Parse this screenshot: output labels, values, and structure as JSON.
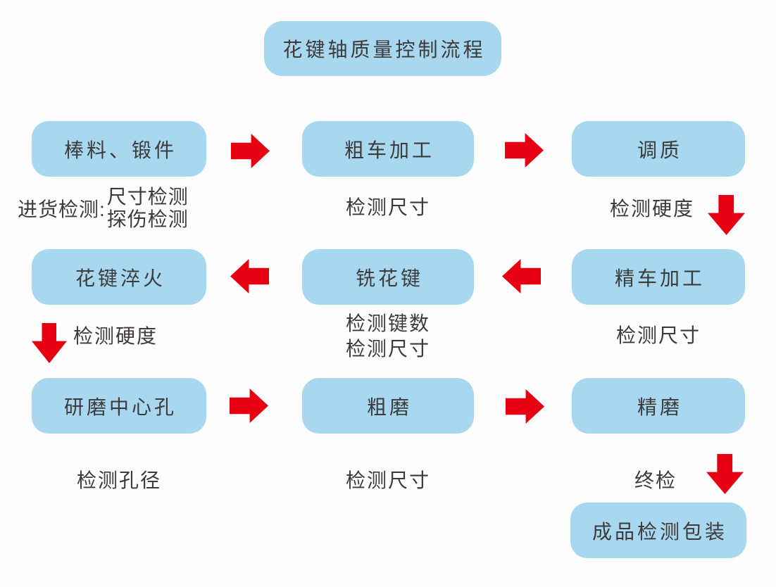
{
  "colors": {
    "box_fill": "#A8D8F0",
    "arrow": "#E60012",
    "text": "#3D3A39",
    "background": "#FDFDFD"
  },
  "title": "花键轴质量控制流程",
  "flow": {
    "row1": {
      "box1": "棒料、锻件",
      "box2": "粗车加工",
      "box3": "调质",
      "label1_prefix": "进货检测:",
      "label1_line1": "尺寸检测",
      "label1_line2": "探伤检测",
      "label2": "检测尺寸",
      "label3": "检测硬度"
    },
    "row2": {
      "box1": "花键淬火",
      "box2": "铣花键",
      "box3": "精车加工",
      "label1": "检测硬度",
      "label2_line1": "检测键数",
      "label2_line2": "检测尺寸",
      "label3": "检测尺寸"
    },
    "row3": {
      "box1": "研磨中心孔",
      "box2": "粗磨",
      "box3": "精磨",
      "label1": "检测孔径",
      "label2": "检测尺寸",
      "label3": "终检"
    },
    "final_box": "成品检测包装"
  }
}
